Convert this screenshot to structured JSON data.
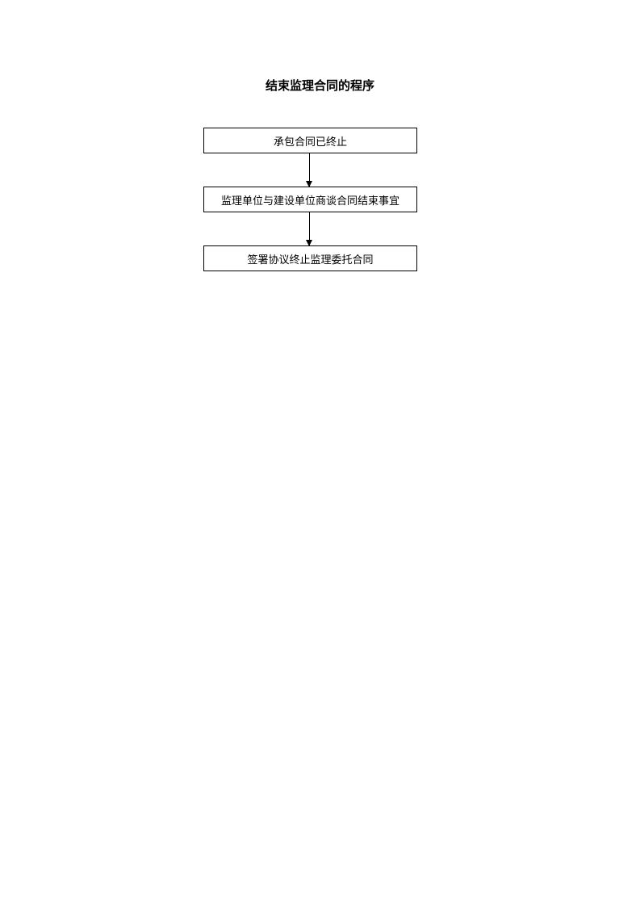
{
  "title": "结束监理合同的程序",
  "flowchart": {
    "steps": [
      {
        "label": "承包合同已终止"
      },
      {
        "label": "监理单位与建设单位商谈合同结束事宜"
      },
      {
        "label": "签署协议终止监理委托合同"
      }
    ],
    "arrows": [
      {
        "from": 0,
        "to": 1
      },
      {
        "from": 1,
        "to": 2
      }
    ]
  }
}
